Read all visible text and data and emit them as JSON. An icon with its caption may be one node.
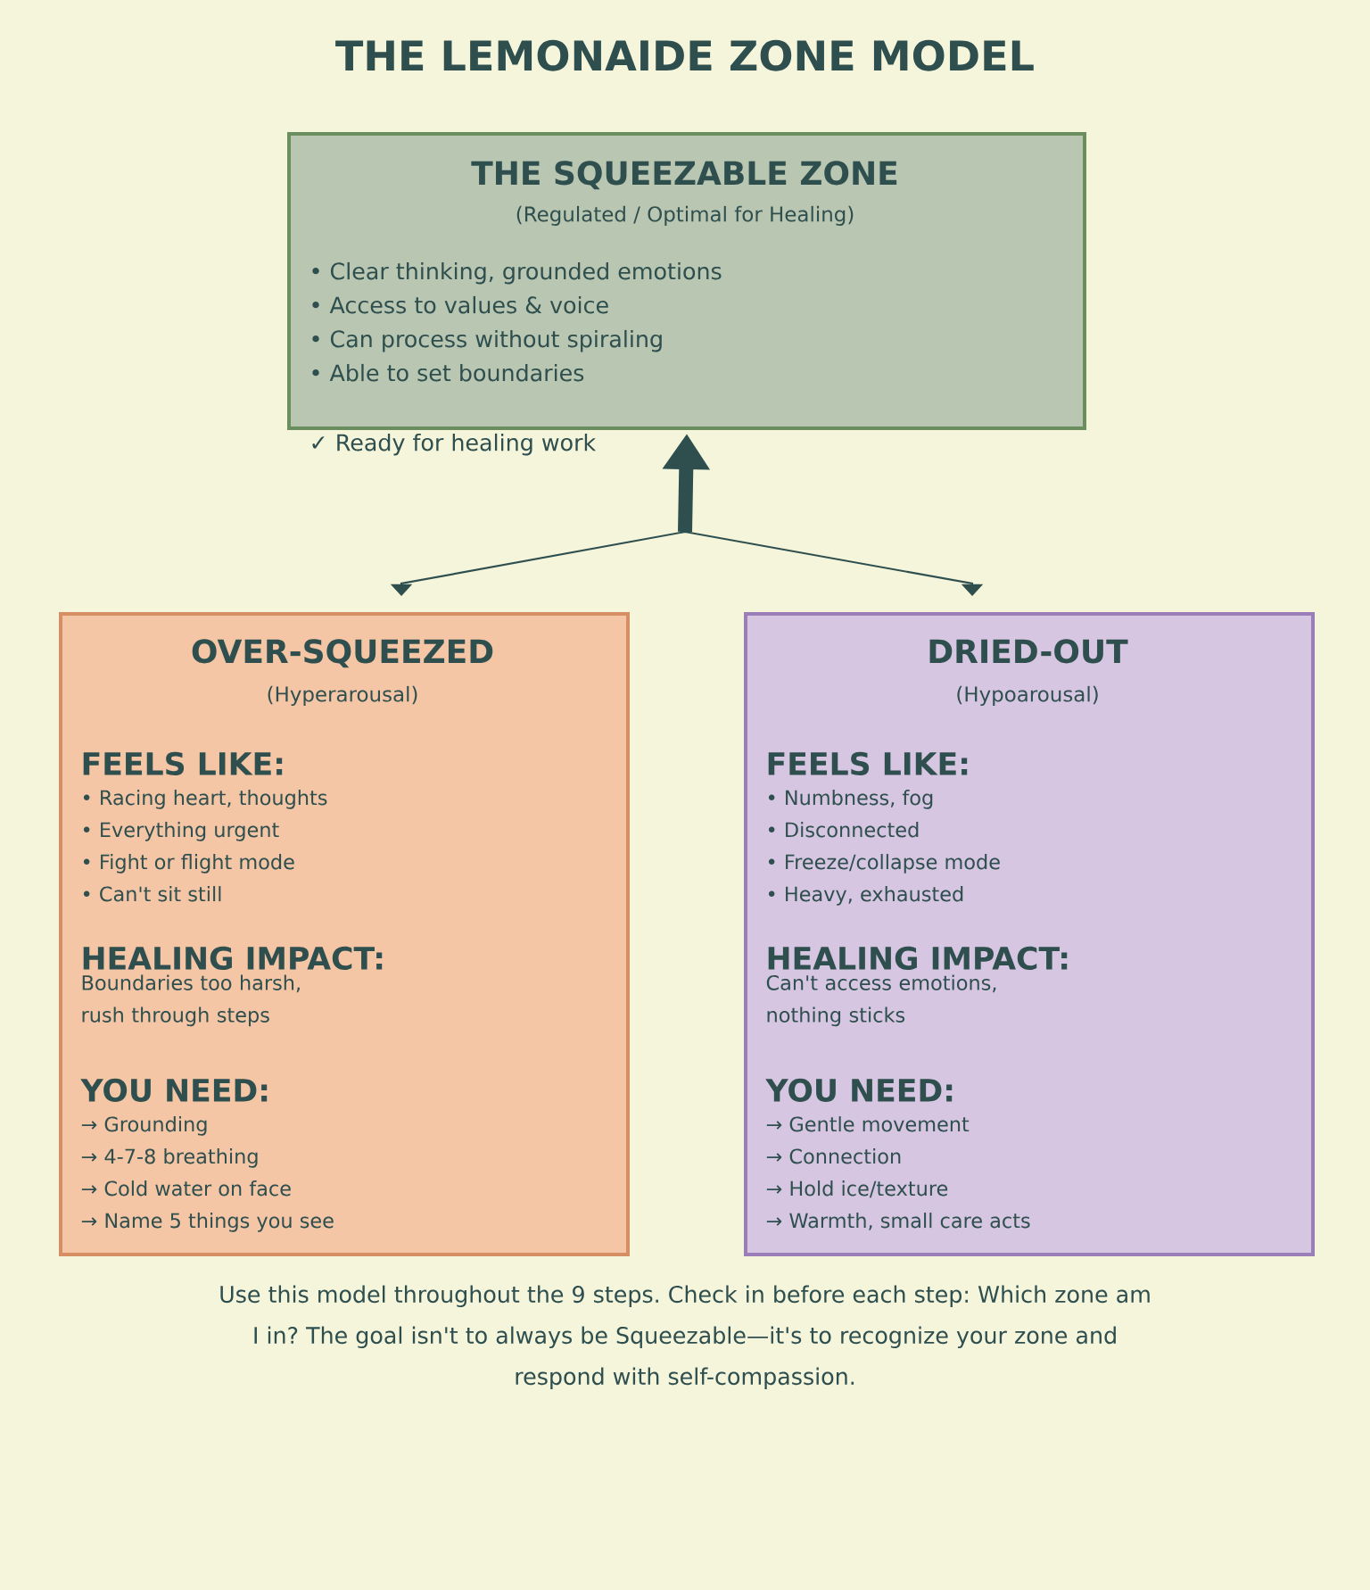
{
  "diagram": {
    "title": "THE LEMONAIDE ZONE MODEL",
    "nodes": [
      {
        "text": [
          "THE SQUEEZABLE ZONE",
          "(Regulated / Optimal for Healing)",
          "• Clear thinking, grounded emotions",
          "• Access to values & voice",
          "• Can process without spiraling",
          "• Able to set boundaries"
        ],
        "beside": [
          "✓ Ready for healing work"
        ]
      },
      {
        "text": [
          "OVER-SQUEEZED",
          "(Hyperarousal)",
          "FEELS LIKE:",
          "• Racing heart, thoughts",
          "• Everything urgent",
          "• Fight or flight mode",
          "• Can't sit still",
          "HEALING IMPACT:",
          "Boundaries too harsh, rush through steps",
          "YOU NEED:",
          "→ Grounding",
          "→ 4-7-8 breathing",
          "→ Cold water on face",
          "→ Name 5 things you see"
        ]
      },
      {
        "text": [
          "DRIED-OUT",
          "(Hypoarousal)",
          "FEELS LIKE:",
          "• Numbness, fog",
          "• Disconnected",
          "• Freeze/collapse mode",
          "• Heavy, exhausted",
          "HEALING IMPACT:",
          "Can't access emotions, nothing sticks",
          "YOU NEED:",
          "→ Gentle movement",
          "→ Connection",
          "→ Hold ice/texture",
          "→ Warmth, small care acts"
        ]
      }
    ],
    "edges": [
      {
        "from": 1,
        "to": 2,
        "arrow": "both"
      },
      {
        "from": null,
        "to": 0,
        "arrow": "to",
        "style": "thick"
      }
    ],
    "labels": [
      "Use this model throughout the 9 steps. Check in before each step: Which zone am I in? The goal isn't to always be Squeezable—it's to recognize your zone and respond with self-compassion."
    ]
  }
}
